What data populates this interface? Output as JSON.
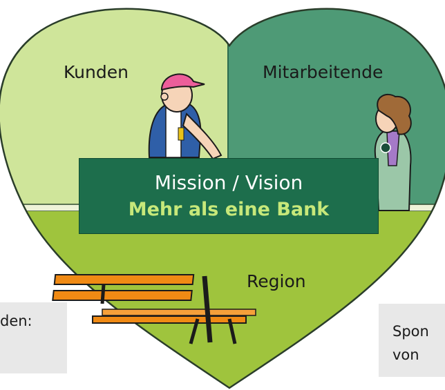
{
  "heart": {
    "quadrant_left_label": "Kunden",
    "quadrant_right_label": "Mitarbeitende",
    "bottom_label": "Region"
  },
  "mission": {
    "title": "Mission / Vision",
    "subtitle": "Mehr als eine Bank"
  },
  "side_left": {
    "text": "den:"
  },
  "side_right": {
    "line1": "Spon",
    "line2": "von"
  },
  "colors": {
    "light_green": "#cfe59a",
    "dark_green": "#4e9a76",
    "lawn_green": "#9fc43d",
    "mission_bg": "#1d6e4c",
    "mission_accent": "#c7e87a",
    "bench_orange": "#f08a14"
  }
}
